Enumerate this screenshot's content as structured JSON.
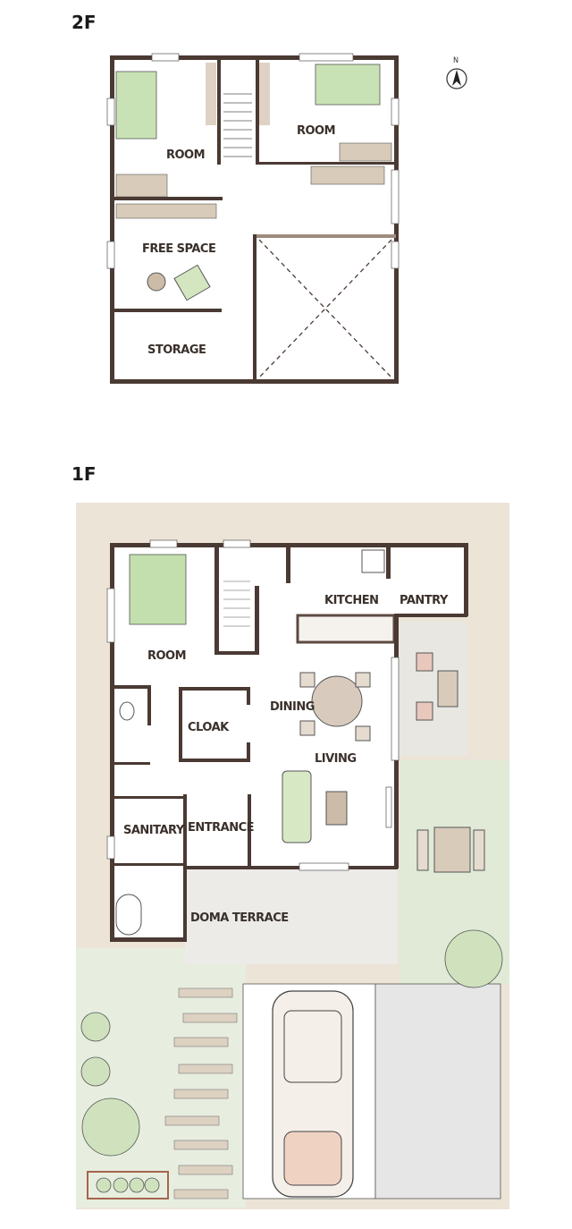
{
  "floors": [
    {
      "label": "2F",
      "rooms": [
        "ROOM",
        "ROOM",
        "FREE SPACE",
        "STORAGE"
      ]
    },
    {
      "label": "1F",
      "rooms": [
        "KITCHEN",
        "PANTRY",
        "ROOM",
        "DINING",
        "CLOAK",
        "LIVING",
        "SANITARY",
        "ENTRANCE",
        "DOMA TERRACE"
      ]
    }
  ],
  "compass": {
    "label": "N",
    "icon": "north-arrow-icon"
  },
  "colors": {
    "wall": "#4a3a33",
    "site": "#e9e2d6",
    "garden": "#dbe6cf",
    "bed": "#b9d8a5",
    "furniture": "#c9b9a5"
  }
}
